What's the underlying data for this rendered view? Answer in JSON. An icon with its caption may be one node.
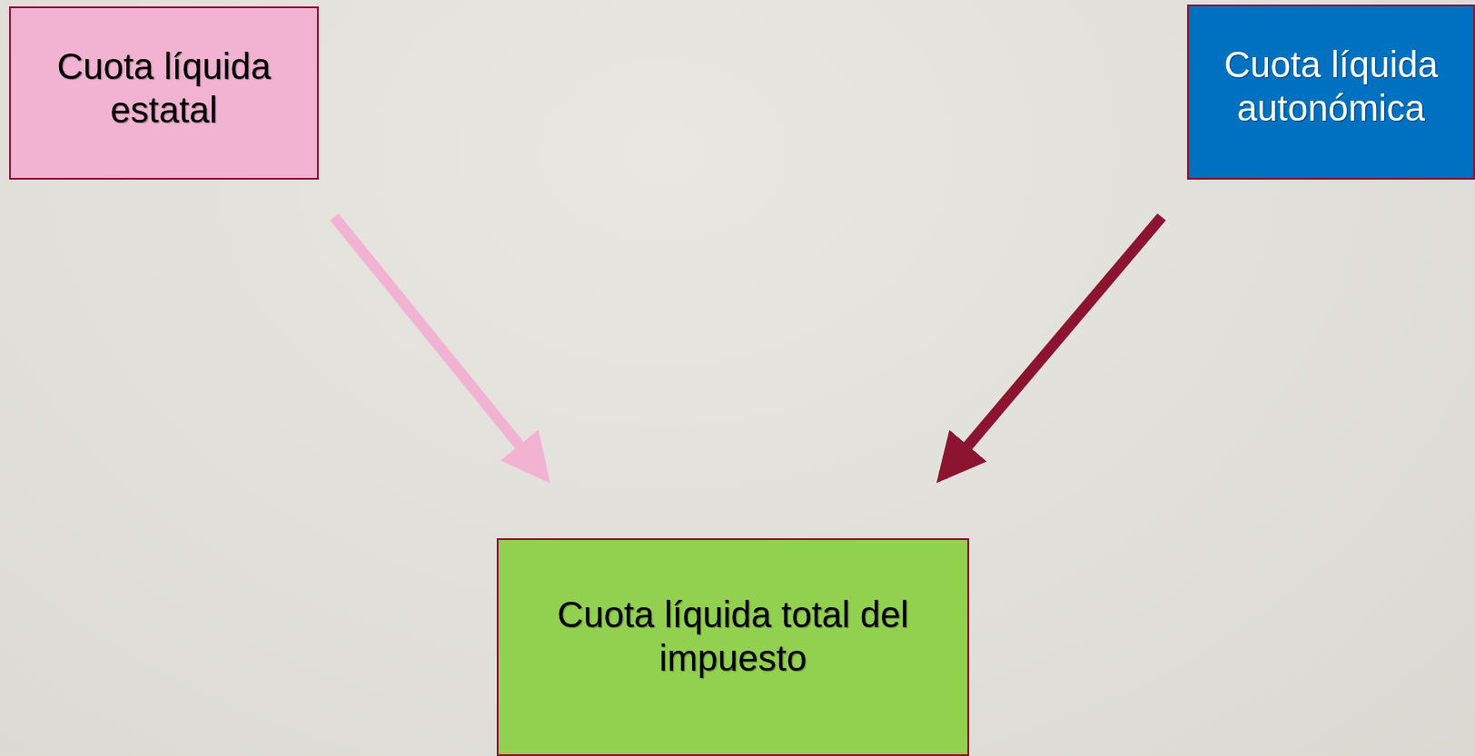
{
  "diagram": {
    "nodes": [
      {
        "text": [
          "Cuota líquida estatal"
        ]
      },
      {
        "text": [
          "Cuota líquida autonómica"
        ]
      },
      {
        "text": [
          "Cuota líquida total del impuesto"
        ]
      }
    ],
    "edges": [
      {
        "from": 0,
        "to": 2,
        "arrow": "to",
        "color": "#f2b3d3"
      },
      {
        "from": 1,
        "to": 2,
        "arrow": "to",
        "color": "#8b1530"
      }
    ]
  }
}
